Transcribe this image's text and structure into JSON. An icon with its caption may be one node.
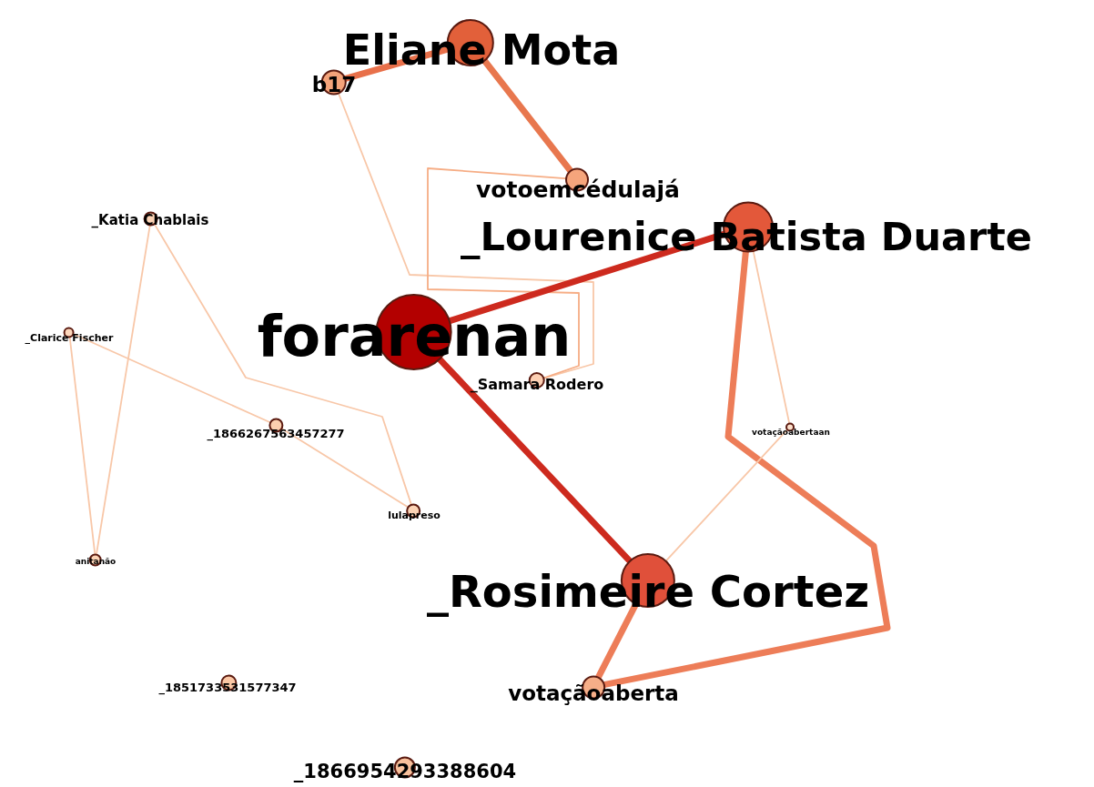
{
  "diagram": {
    "nodes": [
      {
        "text": [
          "Eliane Mota"
        ]
      },
      {
        "text": [
          "b17"
        ]
      },
      {
        "text": [
          "votoemcédulajá"
        ]
      },
      {
        "text": [
          "_Katia Chablais"
        ]
      },
      {
        "text": [
          "_Lourenice Batista Duarte"
        ]
      },
      {
        "text": [
          "_Clarice Fischer"
        ]
      },
      {
        "text": [
          "forarenan"
        ]
      },
      {
        "text": [
          "_Samara Rodero"
        ]
      },
      {
        "text": [
          "_1866267563457277"
        ]
      },
      {
        "text": [
          "votaçãoabertaan"
        ]
      },
      {
        "text": [
          "lulapreso"
        ]
      },
      {
        "text": [
          "anitanão"
        ]
      },
      {
        "text": [
          "_Rosimeire Cortez"
        ]
      },
      {
        "text": [
          "_1851733531577347"
        ]
      },
      {
        "text": [
          "votaçãoaberta"
        ]
      },
      {
        "text": [
          "_1866954293388604"
        ]
      }
    ],
    "edges": [
      {
        "from": 1,
        "to": 0,
        "arrow": "none",
        "style": "thick",
        "color": "#e8704a"
      },
      {
        "from": 0,
        "to": 2,
        "arrow": "none",
        "style": "thick",
        "color": "#e8774e"
      },
      {
        "from": 1,
        "to": 7,
        "arrow": "none"
      },
      {
        "from": 2,
        "to": 7,
        "arrow": "none",
        "color": "#f6ad85"
      },
      {
        "from": 6,
        "to": 4,
        "arrow": "none",
        "style": "thick",
        "color": "#cd2a1e"
      },
      {
        "from": 6,
        "to": 12,
        "arrow": "none",
        "style": "thick",
        "color": "#cd2a1e"
      },
      {
        "from": 4,
        "to": 14,
        "arrow": "none",
        "style": "thick",
        "color": "#ed7d58"
      },
      {
        "from": 12,
        "to": 14,
        "arrow": "none",
        "style": "thick",
        "color": "#ed7d58"
      },
      {
        "from": 4,
        "to": 9,
        "arrow": "none"
      },
      {
        "from": 9,
        "to": 12,
        "arrow": "none"
      },
      {
        "from": 3,
        "to": 11,
        "arrow": "none"
      },
      {
        "from": 3,
        "to": 10,
        "arrow": "none"
      },
      {
        "from": 5,
        "to": 11,
        "arrow": "none"
      },
      {
        "from": 5,
        "to": 8,
        "arrow": "none"
      },
      {
        "from": 8,
        "to": 10,
        "arrow": "none"
      }
    ]
  }
}
